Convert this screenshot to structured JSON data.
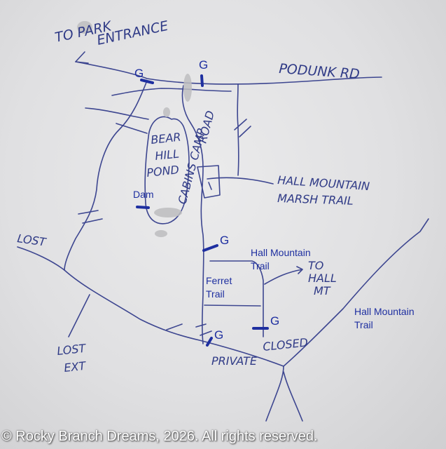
{
  "handwritten": {
    "park_entrance_1": "TO PARK",
    "park_entrance_2": "ENTRANCE",
    "podunk_rd": "PODUNK RD",
    "bear": "BEAR",
    "hill": "HILL",
    "pond": "POND",
    "cabins_camp_road_1": "CABINS CAMP",
    "cabins_camp_road_2": "ROAD",
    "hall_mountain_marsh_1": "HALL MOUNTAIN",
    "hall_mountain_marsh_2": "MARSH TRAIL",
    "lost": "LOST",
    "lost_ext_1": "LOST",
    "lost_ext_2": "EXT",
    "to_hall_mt_1": "TO",
    "to_hall_mt_2": "HALL",
    "to_hall_mt_3": "MT",
    "private": "PRIVATE",
    "closed": "CLOSED"
  },
  "labels": {
    "dam": "Dam",
    "hall_mountain_trail_1_a": "Hall Mountain",
    "hall_mountain_trail_1_b": "Trail",
    "ferret_trail_a": "Ferret",
    "ferret_trail_b": "Trail",
    "hall_mountain_trail_2_a": "Hall Mountain",
    "hall_mountain_trail_2_b": "Trail"
  },
  "gates": [
    "G",
    "G",
    "G",
    "G",
    "G"
  ],
  "colors": {
    "ink": "#2f3a86",
    "marker": "#1e2fa0",
    "paper": "#e6e6e8"
  },
  "copyright": "© Rocky Branch Dreams,  2026. All rights reserved."
}
